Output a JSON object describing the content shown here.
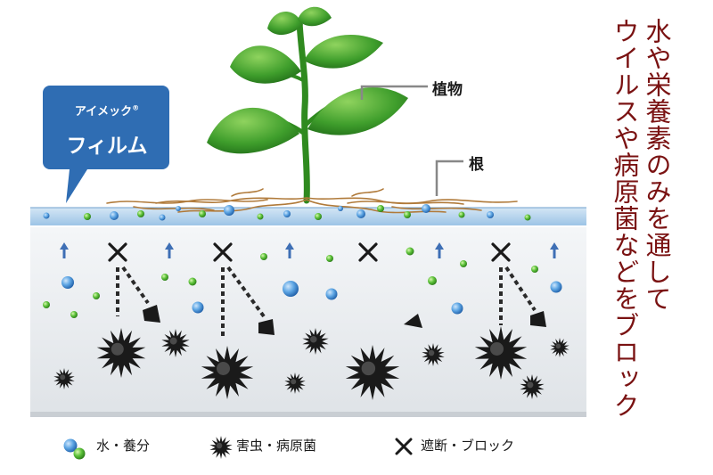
{
  "callout": {
    "brand": "アイメック",
    "registered": "®",
    "product": "フィルム"
  },
  "labels": {
    "plant": "植物",
    "root": "根"
  },
  "legend": [
    {
      "icon": "water-nutrient-balls-icon",
      "label": "水・養分"
    },
    {
      "icon": "pathogen-star-icon",
      "label": "害虫・病原菌"
    },
    {
      "icon": "x-block-icon",
      "label": "遮断・ブロック"
    }
  ],
  "side_text": {
    "line1": "水や栄養素のみを通して",
    "line2": "ウイルスや病原菌などをブロック"
  },
  "colors": {
    "callout_blue": "#2f6db3",
    "film_blue": "#b8d6ee",
    "soil_gray": "#e8ebee",
    "leaf_green": "#3f9e2c",
    "root_brown": "#b07a3a",
    "side_text_red": "#7a1212",
    "arrow_blue": "#3e6fb5",
    "pathogen_black": "#1a1a1a"
  }
}
